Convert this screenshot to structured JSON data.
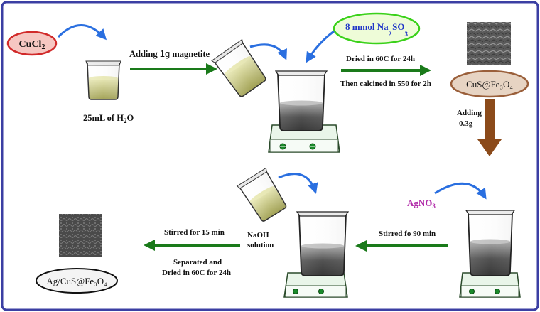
{
  "colors": {
    "frame": "#3b3fa3",
    "arrow_green": "#1a7a1a",
    "arrow_blue": "#2a6fe0",
    "arrow_brown": "#8b4a1a",
    "cucl2_fill": "#f6c7c2",
    "cucl2_stroke": "#d12a2a",
    "na2so3_fill": "#eefcd8",
    "na2so3_stroke": "#3ad11a",
    "na2so3_text": "#1f35c8",
    "product_fill": "#e7d4c3",
    "product_stroke": "#9a5f3a",
    "final_fill": "#f4f4f4",
    "final_stroke": "#111111",
    "naoh_text": "#2c3fc0",
    "agno3_text": "#b02aa8"
  },
  "reagents": {
    "cucl2": {
      "base": "CuCl",
      "sub": "2"
    },
    "na2so3": {
      "prefix": "8 mmol Na",
      "sub": "2",
      "mid": "SO",
      "sub2": "3"
    },
    "naoh": {
      "line1": "NaOH",
      "line2": "solution"
    },
    "agno3": {
      "base": "AgNO",
      "sub": "3"
    }
  },
  "products": {
    "intermediate": "CuS@Fe₃O₄",
    "final": "Ag/CuS@Fe₃O₄"
  },
  "labels": {
    "water": {
      "base": "25mL of H",
      "sub": "2",
      "tail": "O"
    },
    "adding_magnetite": {
      "prefix": "Adding ",
      "amount": "1g",
      "suffix": " magnetite"
    },
    "dried_1": "Dried in 60C for 24h",
    "calcined": "Then calcined in 550 for 2h",
    "adding_03": {
      "line1": "Adding",
      "line2": "0.3g"
    },
    "stirred_90": "Stirred fo 90 min",
    "stirred_15": "Stirred for 15 min",
    "separated": {
      "line1": "Separated and",
      "line2": "Dried in 60C for 24h"
    }
  }
}
